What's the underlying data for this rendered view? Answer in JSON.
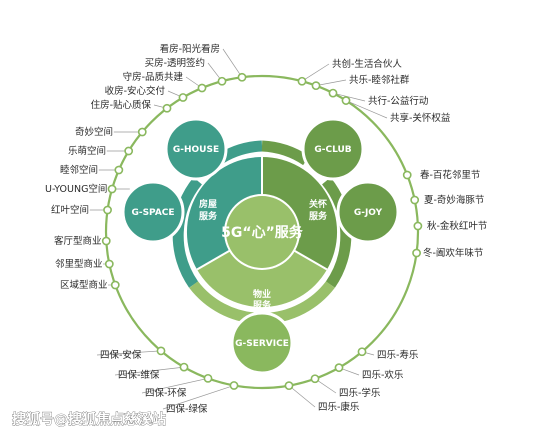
{
  "center_title": "5G“心”服务",
  "sectors": {
    "house_service": [
      "房屋",
      "服务"
    ],
    "care_service": [
      "关怀",
      "服务"
    ],
    "property_service": [
      "物业",
      "服务"
    ]
  },
  "nodes": {
    "house": "G-HOUSE",
    "club": "G-CLUB",
    "space": "G-SPACE",
    "joy": "G-JOY",
    "service": "G-SERVICE"
  },
  "house_items": [
    "看房-阳光看房",
    "买房-透明签约",
    "守房-品质共建",
    "收房-安心交付",
    "住房-贴心质保"
  ],
  "club_items": [
    "共创-生活合伙人",
    "共乐-睦邻社群",
    "共行-公益行动",
    "共享-关怀权益"
  ],
  "space_items": [
    "奇妙空间",
    "乐萌空间",
    "睦邻空间",
    "U-YOUNG空间",
    "红叶空间",
    "客厅型商业",
    "邻里型商业",
    "区域型商业"
  ],
  "joy_items": [
    "春-百花邻里节",
    "夏-奇妙海豚节",
    "秋-金秋红叶节",
    "冬-阖欢年味节"
  ],
  "service_left_items": [
    "四保-安保",
    "四保-维保",
    "四保-环保",
    "四保-绿保"
  ],
  "service_right_items": [
    "四乐-寿乐",
    "四乐-欢乐",
    "四乐-学乐",
    "四乐-康乐"
  ],
  "watermark": "搜狐号@搜狐焦点慈溪站",
  "colors": {
    "teal": "#3f9d8a",
    "green_dark": "#6c9c4a",
    "green_light": "#99c06a",
    "green_outer": "#8ab85e"
  }
}
